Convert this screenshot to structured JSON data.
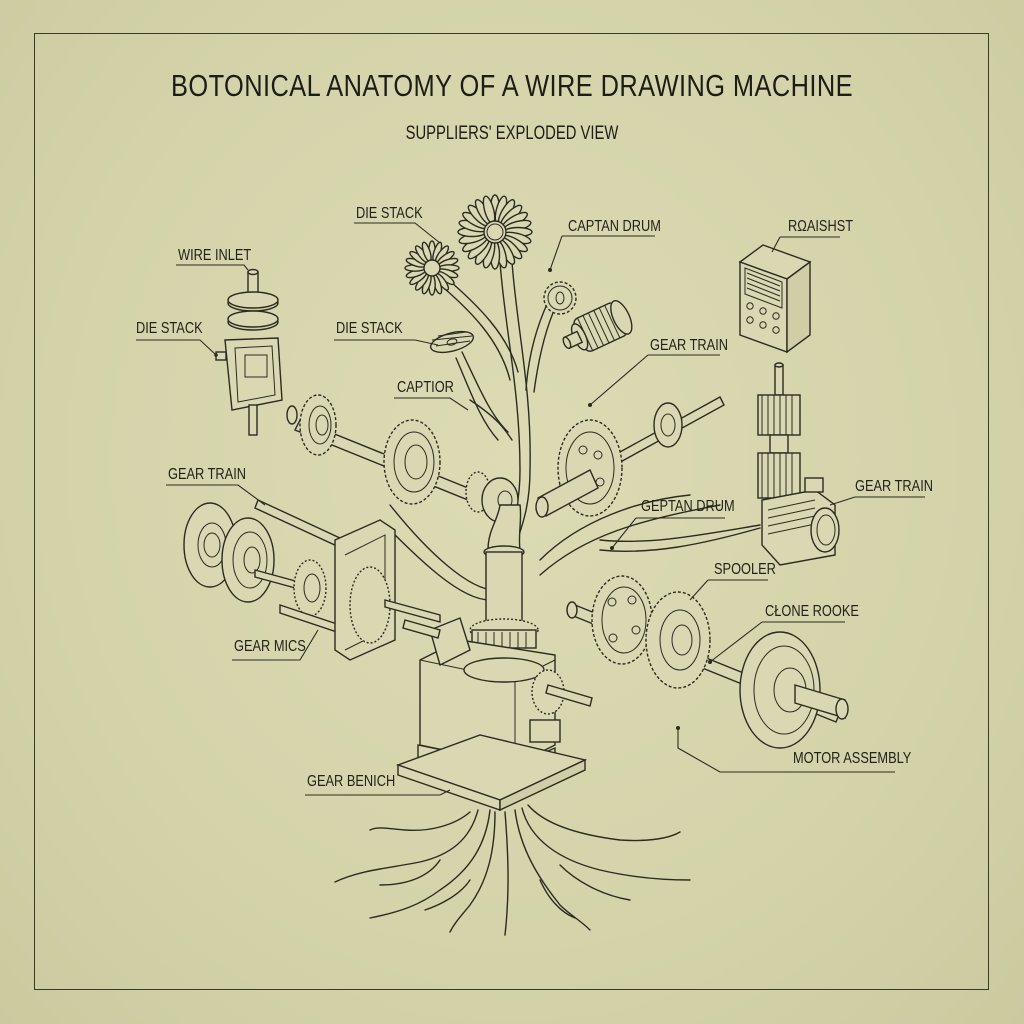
{
  "title": "BOTONICAL ANATOMY OF A WIRE DRAWING MACHINE",
  "subtitle": "SUPPLIERS' EXPLODED VIEW",
  "colors": {
    "paper": "#d6d5ad",
    "ink": "#2b2b22",
    "frame": "#3a3a2c"
  },
  "labels": [
    {
      "id": "wire-inlet",
      "text": "WIRE INLET"
    },
    {
      "id": "die-stack-left",
      "text": "DIE STACK"
    },
    {
      "id": "die-stack-top",
      "text": "DIE STACK"
    },
    {
      "id": "die-stack-middle",
      "text": "DIE STACK"
    },
    {
      "id": "captan-drum",
      "text": "CAPTAN DRUM"
    },
    {
      "id": "roaishst",
      "text": "RΩAISHST"
    },
    {
      "id": "gear-train-top",
      "text": "GEAR TRAIN"
    },
    {
      "id": "captior",
      "text": "CAPTIOR"
    },
    {
      "id": "gear-train-left",
      "text": "GEAR TRAIN"
    },
    {
      "id": "gear-train-right",
      "text": "GEAR TRAIN"
    },
    {
      "id": "geptan-drum",
      "text": "GEPTAN DRUM"
    },
    {
      "id": "spooler",
      "text": "SPOOLER"
    },
    {
      "id": "gear-mics",
      "text": "GEAR MICS"
    },
    {
      "id": "clone-rooke",
      "text": "CŁONE ROOKE"
    },
    {
      "id": "motor-assembly",
      "text": "MOTOR ASSEMBLY"
    },
    {
      "id": "gear-bench",
      "text": "GEAR BENICH"
    }
  ],
  "components": [
    "daisy-flower-large",
    "daisy-flower-medium",
    "daisy-flower-small",
    "small-gear-flower",
    "die-stack-housing",
    "capstan-motor",
    "control-box",
    "vertical-gear-motor",
    "left-shaft-gear-assembly",
    "right-shaft-gear-assembly",
    "left-drum-frame",
    "central-gearbox",
    "spooler-shaft-assembly",
    "plant-stem",
    "root-system"
  ]
}
